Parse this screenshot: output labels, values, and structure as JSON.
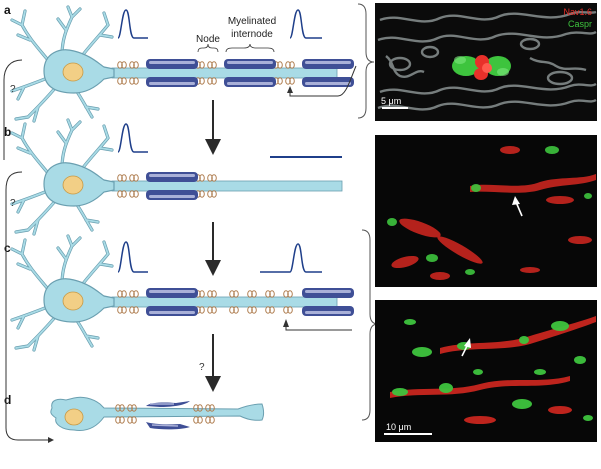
{
  "panels": {
    "a": "a",
    "b": "b",
    "c": "c",
    "d": "d"
  },
  "labels": {
    "node": "Node",
    "myelinated_line1": "Myelinated",
    "myelinated_line2": "internode"
  },
  "question_marks": {
    "ab": "?",
    "bc": "?",
    "cd": "?"
  },
  "micrographs": {
    "top_legend_nav": "Nav1.6",
    "top_legend_caspr": "Caspr",
    "top_scale": "5 μm",
    "bottom_scale": "10 μm",
    "nav_color": "#e8302a",
    "caspr_color": "#3ec43e"
  },
  "colors": {
    "axon": "#a9dbe6",
    "axon_stroke": "#6a9fb0",
    "myelin": "#3f4f96",
    "myelin_light": "#a9b0d8",
    "channel": "#c9a27a",
    "ap_trace": "#1f3f8a",
    "nucleus": "#f2cf86"
  }
}
